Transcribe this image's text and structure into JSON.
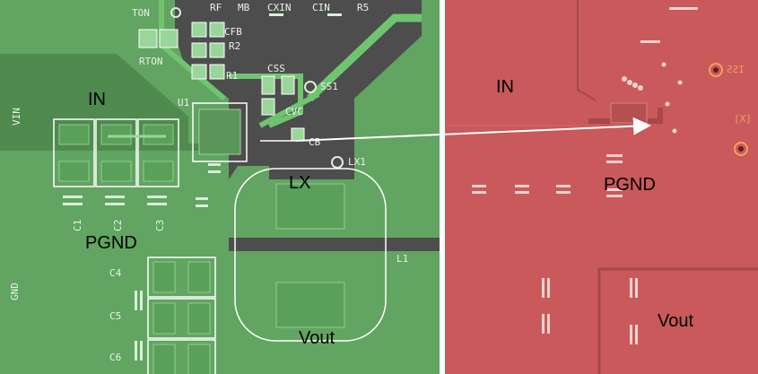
{
  "left_panel": {
    "big_labels": {
      "in": "IN",
      "lx": "LX",
      "pgnd": "PGND",
      "vout": "Vout"
    },
    "silkscreen": {
      "ton": "TON",
      "rf": "RF",
      "mb": "MB",
      "cxin": "CXIN",
      "cin": "CIN",
      "r5": "R5",
      "cfb": "CFB",
      "r2": "R2",
      "rton": "RTON",
      "r1": "R1",
      "css": "CSS",
      "ss1": "SS1",
      "u1": "U1",
      "cvc": "CVC",
      "cb": "CB",
      "lx1": "LX1",
      "c1": "C1",
      "c2": "C2",
      "c3": "C3",
      "c4": "C4",
      "c5": "C5",
      "c6": "C6",
      "l1": "L1",
      "vin": "VIN",
      "gnd": "GND"
    }
  },
  "right_panel": {
    "big_labels": {
      "in": "IN",
      "pgnd": "PGND",
      "vout": "Vout"
    },
    "silkscreen": {
      "ss_mirror": "ISS",
      "lx_mirror": "[X]"
    }
  },
  "colors": {
    "top_copper": "#62a462",
    "bottom_copper": "#c9595a",
    "arrow": "#ffffff"
  }
}
